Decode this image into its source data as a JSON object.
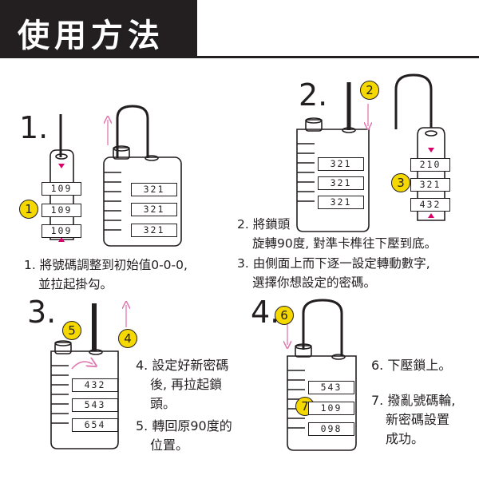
{
  "title": "使用方法",
  "steps": {
    "s1": {
      "num": "1.",
      "text_l1": "1. 將號碼調整到初始值0-0-0,",
      "text_l2": "並拉起掛勾。",
      "badge": "1"
    },
    "s2": {
      "num": "2.",
      "text_l1": "2. 將鎖頭",
      "text_l2": "旋轉90度, 對準卡榫往下壓到底。",
      "badge": "2"
    },
    "s3": {
      "text_l1": "3. 由側面上而下逐一設定轉動數字,",
      "text_l2": "選擇你想設定的密碼。",
      "badge": "3"
    },
    "s3b": {
      "num": "3."
    },
    "s4": {
      "text_l1": "4. 設定好新密碼",
      "text_l2": "後, 再拉起鎖",
      "text_l3": "頭。",
      "badge": "4"
    },
    "s5": {
      "text_l1": "5. 轉回原90度的",
      "text_l2": "位置。",
      "badge": "5"
    },
    "s4b": {
      "num": "4."
    },
    "s6": {
      "text": "6. 下壓鎖上。",
      "badge": "6"
    },
    "s7": {
      "text_l1": "7. 撥亂號碼輪,",
      "text_l2": "新密碼設置",
      "text_l3": "成功。",
      "badge": "7"
    }
  },
  "dials": {
    "p1_side": [
      "109",
      "109",
      "109"
    ],
    "p1_front": [
      "321",
      "321",
      "321"
    ],
    "p2_front": [
      "321",
      "321",
      "321"
    ],
    "p2_side": [
      "210",
      "321",
      "432"
    ],
    "p3_front": [
      "432",
      "543",
      "654"
    ],
    "p4_front": [
      "543",
      "109",
      "098"
    ]
  },
  "colors": {
    "ink": "#231f20",
    "accent": "#d9006c",
    "badge": "#f4d800",
    "arrow": "#e07ab0"
  }
}
